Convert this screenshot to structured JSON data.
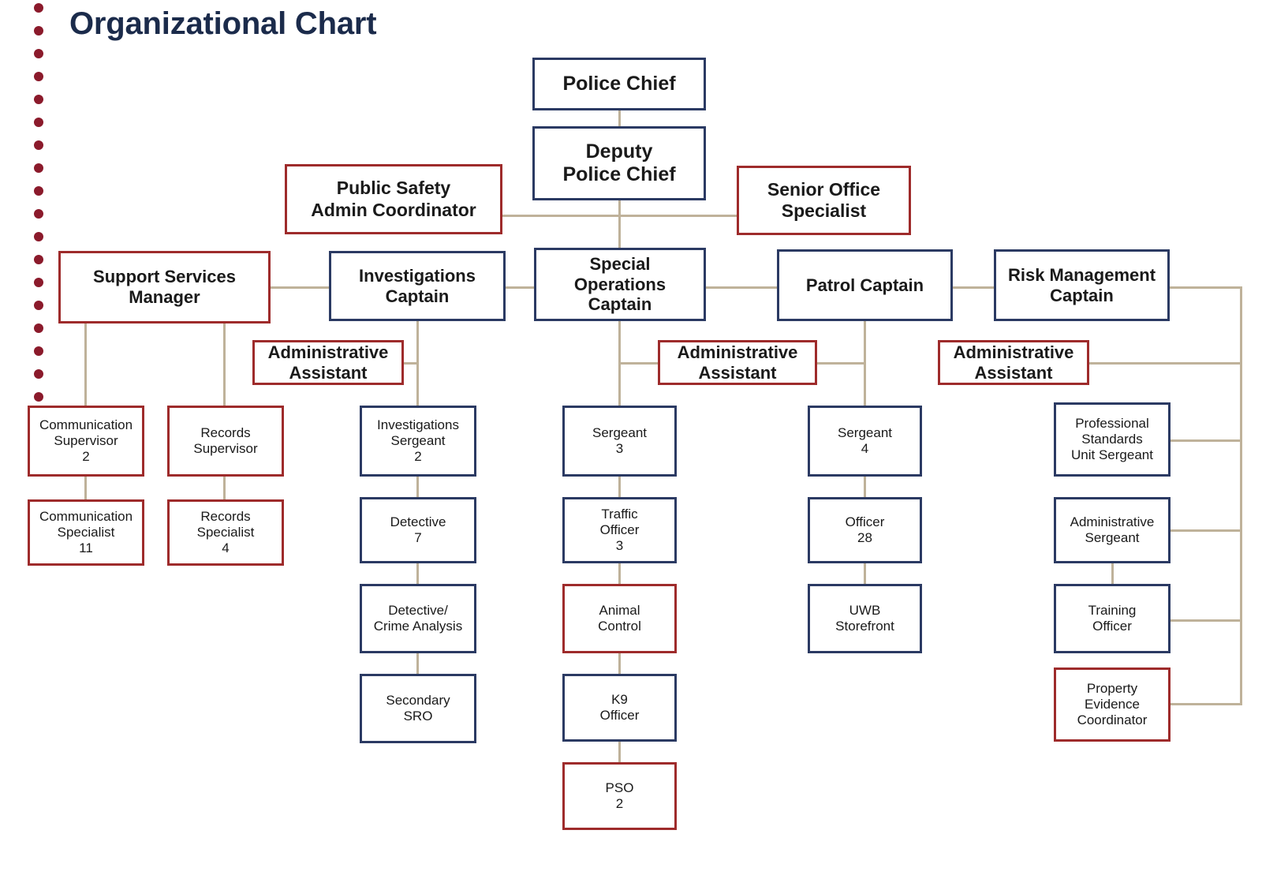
{
  "page": {
    "title": "Organizational Chart",
    "title_color": "#1B2B4B",
    "background": "#ffffff"
  },
  "legend_colors": {
    "sworn_navy_border": "#2B3A63",
    "civilian_red_border": "#9E2B2B",
    "connector_line": "#BFB29A",
    "decor_dot": "#8B1A2B"
  },
  "decor": {
    "dot_rail": {
      "name": "dotted-rail",
      "count": 18,
      "dot_diameter": 12,
      "spacing": 29
    }
  },
  "chart_data": {
    "type": "diagram",
    "title": "Organizational Chart",
    "subtype": "organizational-hierarchy",
    "nodes": [
      {
        "id": "police-chief",
        "label": "Police Chief",
        "count": null,
        "border": "navy",
        "level": 0
      },
      {
        "id": "deputy-police-chief",
        "label": "Deputy\nPolice Chief",
        "count": null,
        "border": "navy",
        "level": 1
      },
      {
        "id": "public-safety-admin",
        "label": "Public Safety\nAdmin Coordinator",
        "count": null,
        "border": "red",
        "level": 2
      },
      {
        "id": "senior-office-specialist",
        "label": "Senior Office\nSpecialist",
        "count": null,
        "border": "red",
        "level": 2
      },
      {
        "id": "support-services-manager",
        "label": "Support Services\nManager",
        "count": null,
        "border": "red",
        "level": 3
      },
      {
        "id": "investigations-captain",
        "label": "Investigations\nCaptain",
        "count": null,
        "border": "navy",
        "level": 3
      },
      {
        "id": "special-ops-captain",
        "label": "Special\nOperations\nCaptain",
        "count": null,
        "border": "navy",
        "level": 3
      },
      {
        "id": "patrol-captain",
        "label": "Patrol Captain",
        "count": null,
        "border": "navy",
        "level": 3
      },
      {
        "id": "risk-management-captain",
        "label": "Risk Management\nCaptain",
        "count": null,
        "border": "navy",
        "level": 3
      },
      {
        "id": "admin-assistant-1",
        "label": "Administrative\nAssistant",
        "count": null,
        "border": "red",
        "level": 4
      },
      {
        "id": "admin-assistant-2",
        "label": "Administrative\nAssistant",
        "count": null,
        "border": "red",
        "level": 4
      },
      {
        "id": "admin-assistant-3",
        "label": "Administrative\nAssistant",
        "count": null,
        "border": "red",
        "level": 4
      },
      {
        "id": "communication-supervisor",
        "label": "Communication\nSupervisor",
        "count": "2",
        "border": "red",
        "level": 5
      },
      {
        "id": "communication-specialist",
        "label": "Communication\nSpecialist",
        "count": "11",
        "border": "red",
        "level": 6
      },
      {
        "id": "records-supervisor",
        "label": "Records\nSupervisor",
        "count": null,
        "border": "red",
        "level": 5
      },
      {
        "id": "records-specialist",
        "label": "Records\nSpecialist",
        "count": "4",
        "border": "red",
        "level": 6
      },
      {
        "id": "investigations-sergeant",
        "label": "Investigations\nSergeant",
        "count": "2",
        "border": "navy",
        "level": 5
      },
      {
        "id": "detective",
        "label": "Detective",
        "count": "7",
        "border": "navy",
        "level": 6
      },
      {
        "id": "detective-crime-analysis",
        "label": "Detective/\nCrime Analysis",
        "count": null,
        "border": "navy",
        "level": 7
      },
      {
        "id": "secondary-sro",
        "label": "Secondary\nSRO",
        "count": null,
        "border": "navy",
        "level": 8
      },
      {
        "id": "sergeant-special-ops",
        "label": "Sergeant",
        "count": "3",
        "border": "navy",
        "level": 5
      },
      {
        "id": "traffic-officer",
        "label": "Traffic\nOfficer",
        "count": "3",
        "border": "navy",
        "level": 6
      },
      {
        "id": "animal-control",
        "label": "Animal\nControl",
        "count": null,
        "border": "red",
        "level": 7
      },
      {
        "id": "k9-officer",
        "label": "K9\nOfficer",
        "count": null,
        "border": "navy",
        "level": 8
      },
      {
        "id": "pso",
        "label": "PSO",
        "count": "2",
        "border": "red",
        "level": 9
      },
      {
        "id": "sergeant-patrol",
        "label": "Sergeant",
        "count": "4",
        "border": "navy",
        "level": 5
      },
      {
        "id": "officer",
        "label": "Officer",
        "count": "28",
        "border": "navy",
        "level": 6
      },
      {
        "id": "uwb-storefront",
        "label": "UWB\nStorefront",
        "count": null,
        "border": "navy",
        "level": 7
      },
      {
        "id": "professional-standards",
        "label": "Professional\nStandards\nUnit Sergeant",
        "count": null,
        "border": "navy",
        "level": 5
      },
      {
        "id": "administrative-sergeant",
        "label": "Administrative\nSergeant",
        "count": null,
        "border": "navy",
        "level": 6
      },
      {
        "id": "training-officer",
        "label": "Training\nOfficer",
        "count": null,
        "border": "navy",
        "level": 7
      },
      {
        "id": "property-evidence",
        "label": "Property\nEvidence\nCoordinator",
        "count": null,
        "border": "red",
        "level": 8
      }
    ],
    "edges": [
      {
        "from": "police-chief",
        "to": "deputy-police-chief"
      },
      {
        "from": "deputy-police-chief",
        "to": "public-safety-admin"
      },
      {
        "from": "deputy-police-chief",
        "to": "senior-office-specialist"
      },
      {
        "from": "deputy-police-chief",
        "to": "special-ops-captain"
      },
      {
        "from": "special-ops-captain",
        "to": "investigations-captain"
      },
      {
        "from": "investigations-captain",
        "to": "support-services-manager"
      },
      {
        "from": "special-ops-captain",
        "to": "patrol-captain"
      },
      {
        "from": "patrol-captain",
        "to": "risk-management-captain"
      },
      {
        "from": "investigations-captain",
        "to": "admin-assistant-1"
      },
      {
        "from": "special-ops-captain",
        "to": "admin-assistant-2"
      },
      {
        "from": "patrol-captain",
        "to": "admin-assistant-2"
      },
      {
        "from": "risk-management-captain",
        "to": "admin-assistant-3"
      },
      {
        "from": "support-services-manager",
        "to": "communication-supervisor"
      },
      {
        "from": "communication-supervisor",
        "to": "communication-specialist"
      },
      {
        "from": "support-services-manager",
        "to": "records-supervisor"
      },
      {
        "from": "records-supervisor",
        "to": "records-specialist"
      },
      {
        "from": "investigations-captain",
        "to": "investigations-sergeant"
      },
      {
        "from": "investigations-sergeant",
        "to": "detective"
      },
      {
        "from": "detective",
        "to": "detective-crime-analysis"
      },
      {
        "from": "detective-crime-analysis",
        "to": "secondary-sro"
      },
      {
        "from": "special-ops-captain",
        "to": "sergeant-special-ops"
      },
      {
        "from": "sergeant-special-ops",
        "to": "traffic-officer"
      },
      {
        "from": "traffic-officer",
        "to": "animal-control"
      },
      {
        "from": "animal-control",
        "to": "k9-officer"
      },
      {
        "from": "k9-officer",
        "to": "pso"
      },
      {
        "from": "patrol-captain",
        "to": "sergeant-patrol"
      },
      {
        "from": "sergeant-patrol",
        "to": "officer"
      },
      {
        "from": "officer",
        "to": "uwb-storefront"
      },
      {
        "from": "risk-management-captain",
        "to": "professional-standards"
      },
      {
        "from": "risk-management-captain",
        "to": "administrative-sergeant"
      },
      {
        "from": "administrative-sergeant",
        "to": "training-officer"
      },
      {
        "from": "risk-management-captain",
        "to": "training-officer"
      },
      {
        "from": "risk-management-captain",
        "to": "property-evidence"
      }
    ]
  }
}
